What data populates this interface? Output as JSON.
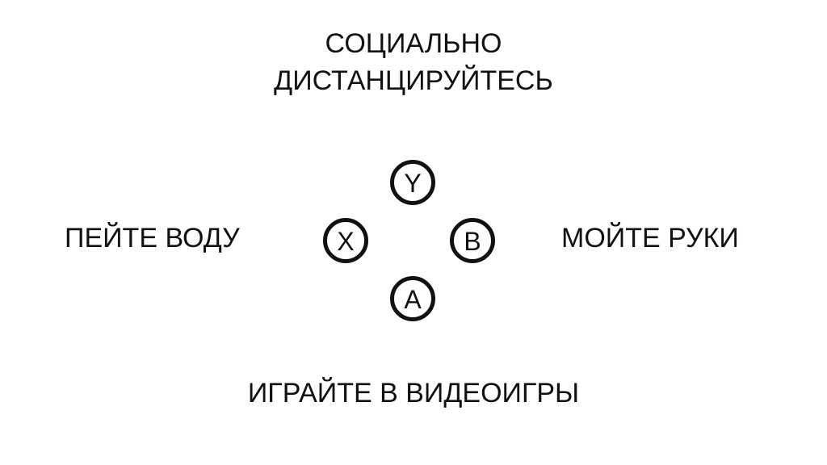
{
  "top_text": {
    "line1": "СОЦИАЛЬНО",
    "line2": "ДИСТАНЦИРУЙТЕСЬ"
  },
  "left_text": "ПЕЙТЕ ВОДУ",
  "right_text": "МОЙТЕ РУКИ",
  "bottom_text": "ИГРАЙТЕ В ВИДЕОИГРЫ",
  "buttons": {
    "y": "Y",
    "x": "X",
    "b": "B",
    "a": "A"
  },
  "colors": {
    "ink": "#111111",
    "background": "#ffffff"
  }
}
